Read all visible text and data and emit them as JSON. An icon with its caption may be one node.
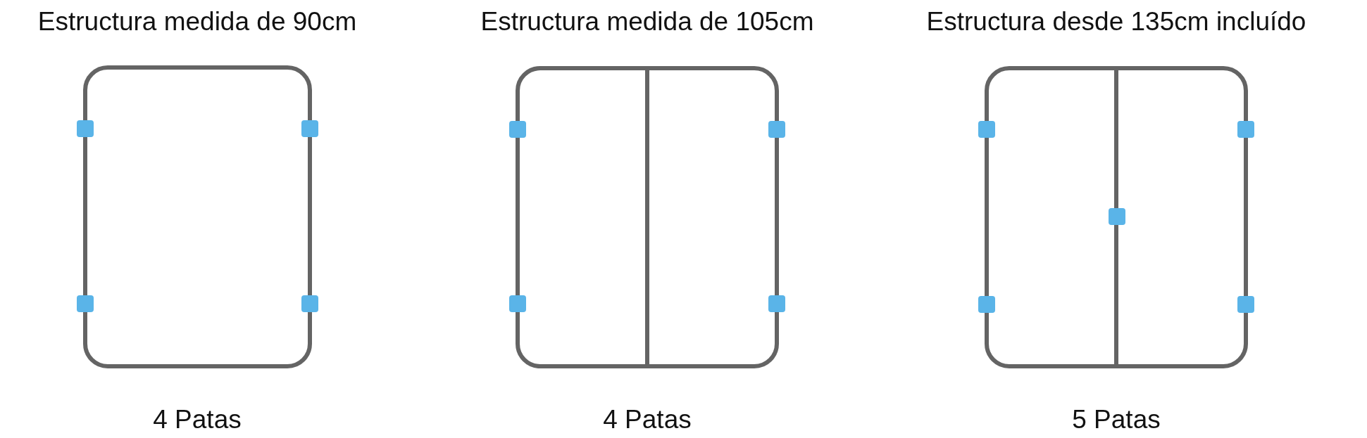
{
  "diagram": {
    "nodes": [
      {
        "text": [
          "Estructura medida de 90cm"
        ],
        "beside": [
          "4 Patas"
        ]
      },
      {
        "text": [
          "Estructura medida de 105cm"
        ],
        "beside": [
          "4 Patas"
        ]
      },
      {
        "text": [
          "Estructura desde 135cm incluído"
        ],
        "beside": [
          "5 Patas"
        ]
      }
    ]
  }
}
